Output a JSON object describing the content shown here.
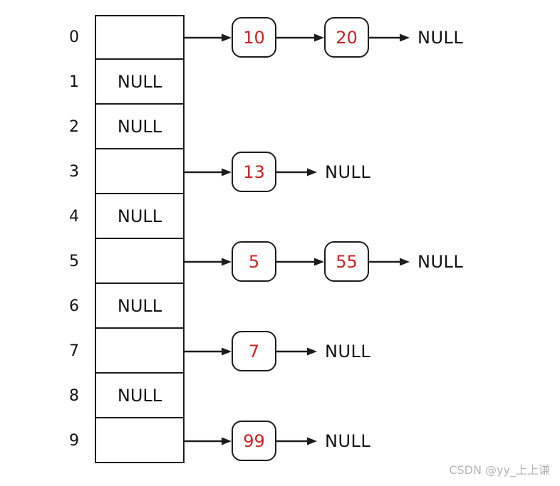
{
  "diagram": {
    "title": "hash-table-separate-chaining",
    "rows": [
      {
        "index": "0",
        "cell": "",
        "nodes": [
          "10",
          "20"
        ],
        "terminal": "NULL"
      },
      {
        "index": "1",
        "cell": "NULL",
        "nodes": [],
        "terminal": ""
      },
      {
        "index": "2",
        "cell": "NULL",
        "nodes": [],
        "terminal": ""
      },
      {
        "index": "3",
        "cell": "",
        "nodes": [
          "13"
        ],
        "terminal": "NULL"
      },
      {
        "index": "4",
        "cell": "NULL",
        "nodes": [],
        "terminal": ""
      },
      {
        "index": "5",
        "cell": "",
        "nodes": [
          "5",
          "55"
        ],
        "terminal": "NULL"
      },
      {
        "index": "6",
        "cell": "NULL",
        "nodes": [],
        "terminal": ""
      },
      {
        "index": "7",
        "cell": "",
        "nodes": [
          "7"
        ],
        "terminal": "NULL"
      },
      {
        "index": "8",
        "cell": "NULL",
        "nodes": [],
        "terminal": ""
      },
      {
        "index": "9",
        "cell": "",
        "nodes": [
          "99"
        ],
        "terminal": "NULL"
      }
    ]
  },
  "colors": {
    "line": "#1c1c1c",
    "node_value": "#cc2222",
    "watermark": "#b5b5b5"
  },
  "watermark": "CSDN @yy_上上谦"
}
